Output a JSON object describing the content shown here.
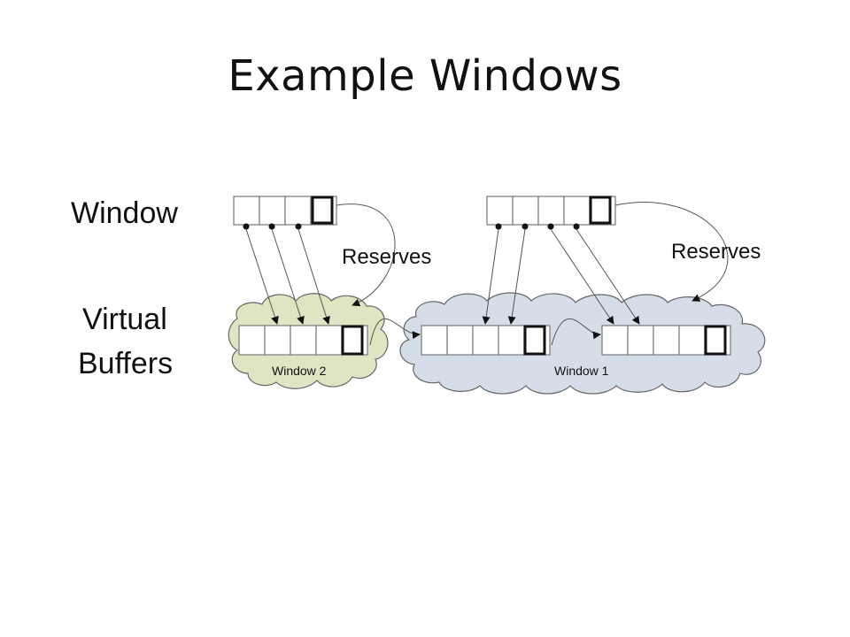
{
  "slide": {
    "title": "Example Windows"
  },
  "labels": {
    "window": "Window",
    "virtual_line1": "Virtual",
    "virtual_line2": "Buffers",
    "reserves_left": "Reserves",
    "reserves_right": "Reserves"
  },
  "clouds": {
    "window2_label": "Window 2",
    "window1_label": "Window 1",
    "window2_color": "#dfe5c2",
    "window1_color": "#d4dde8"
  }
}
